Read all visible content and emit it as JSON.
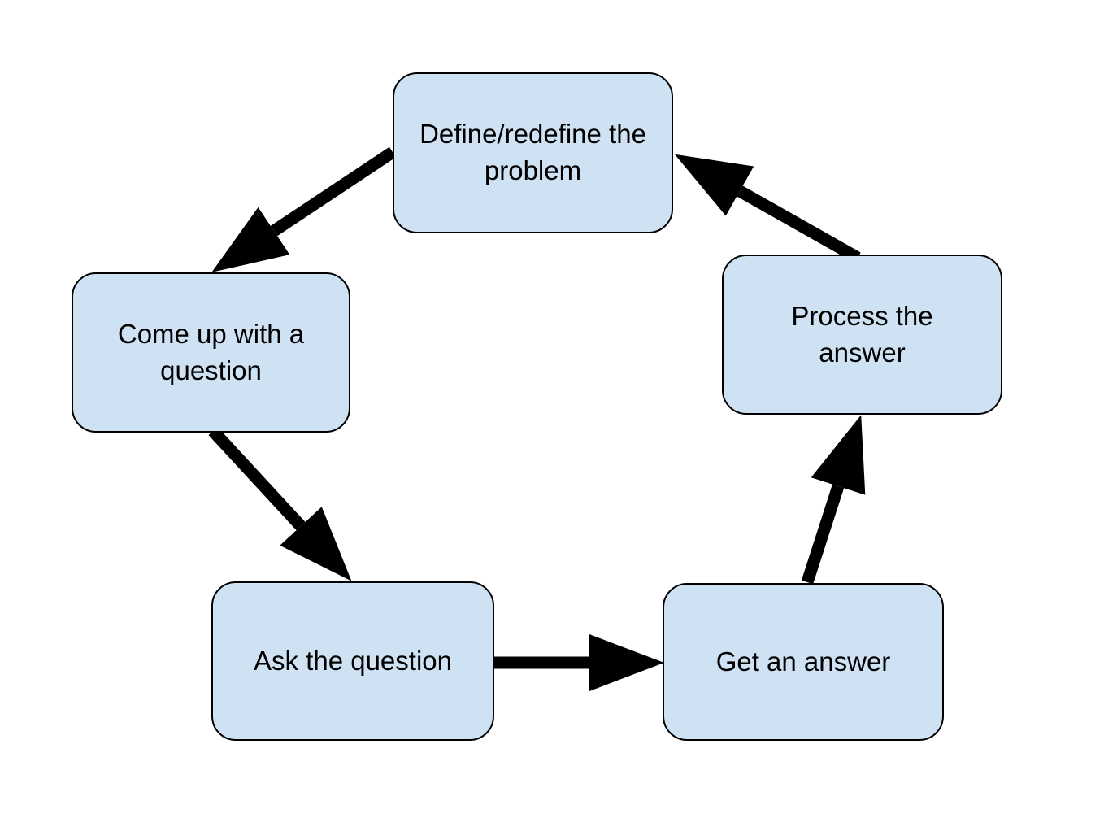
{
  "diagram": {
    "type": "cycle-flowchart",
    "colors": {
      "background": "#ffffff",
      "node_fill": "#cfe2f3",
      "node_border": "#000000",
      "arrow": "#000000",
      "text": "#000000"
    },
    "nodes": [
      {
        "id": "define",
        "label": "Define/redefine the\nproblem"
      },
      {
        "id": "come_up",
        "label": "Come up with a\nquestion"
      },
      {
        "id": "ask",
        "label": "Ask the question"
      },
      {
        "id": "get",
        "label": "Get an answer"
      },
      {
        "id": "process",
        "label": "Process the\nanswer"
      }
    ],
    "edges": [
      {
        "from": "define",
        "to": "come_up"
      },
      {
        "from": "come_up",
        "to": "ask"
      },
      {
        "from": "ask",
        "to": "get"
      },
      {
        "from": "get",
        "to": "process"
      },
      {
        "from": "process",
        "to": "define"
      }
    ]
  }
}
